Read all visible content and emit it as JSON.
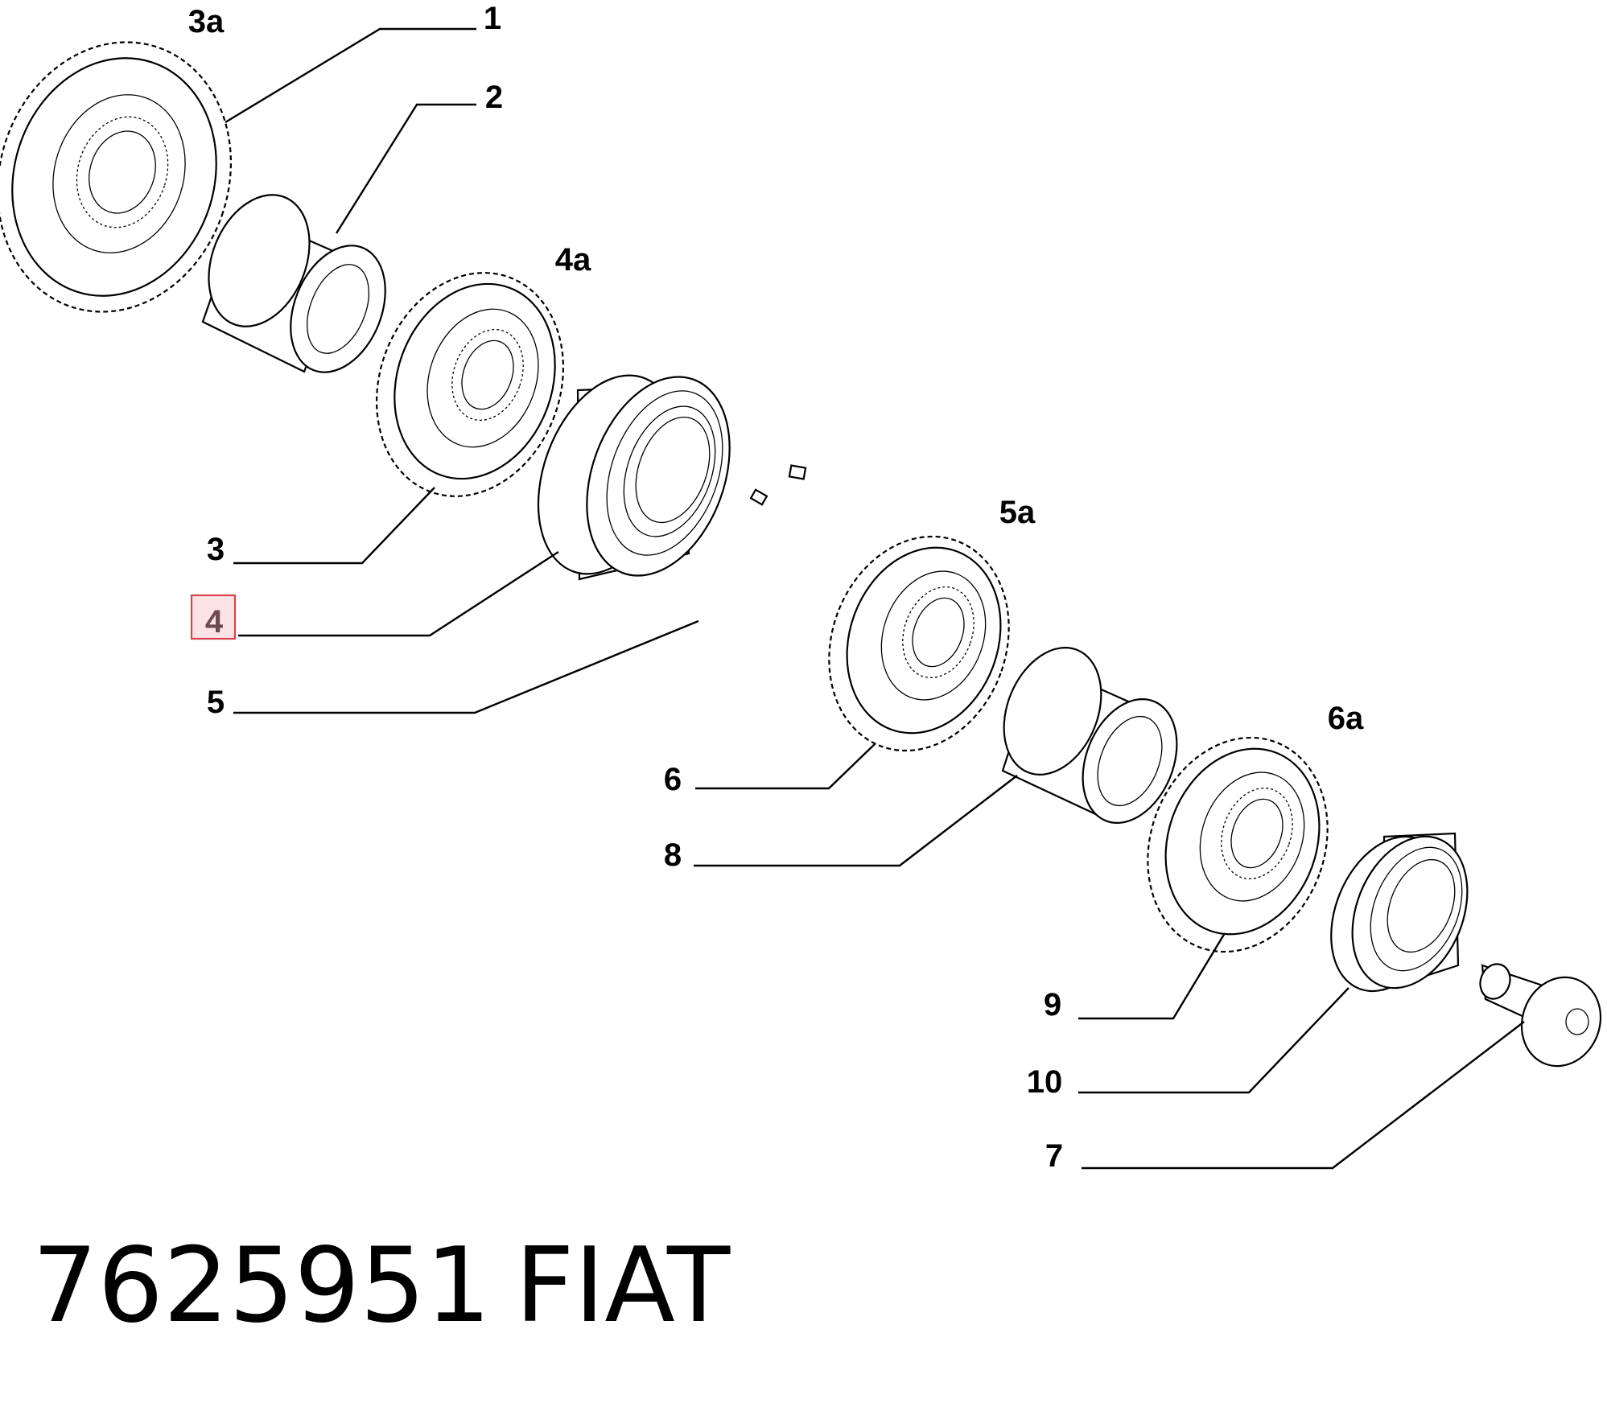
{
  "callouts": {
    "c1": "1",
    "c2": "2",
    "c3": "3",
    "c3a": "3a",
    "c4": "4",
    "c4a": "4a",
    "c5": "5",
    "c5a": "5a",
    "c6": "6",
    "c6a": "6a",
    "c7": "7",
    "c8": "8",
    "c9": "9",
    "c10": "10"
  },
  "highlighted_callout": "4",
  "footer": {
    "part_number": "7625951",
    "brand": "FIAT"
  },
  "colors": {
    "highlight_fill": "#fbe3e6",
    "highlight_border": "#d9434f",
    "highlight_text": "#6b4a50"
  }
}
